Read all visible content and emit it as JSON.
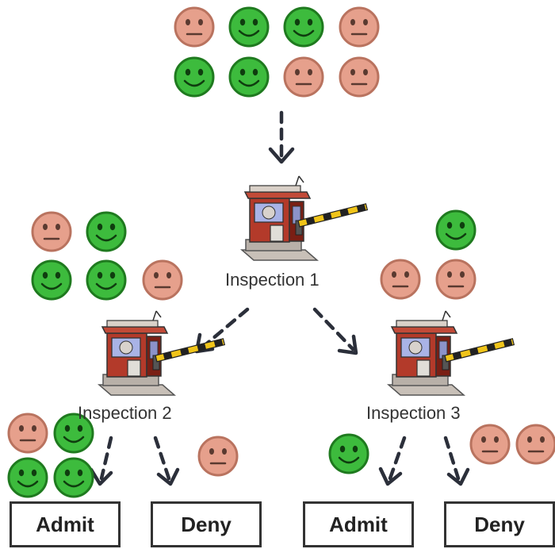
{
  "colors": {
    "happy_fill": "#3dbb3d",
    "happy_stroke": "#1f7a1f",
    "sad_fill": "#e6a08c",
    "sad_stroke": "#b9735f",
    "arrow": "#2b2f3a",
    "box_border": "#333333"
  },
  "inspections": [
    {
      "label": "Inspection 1"
    },
    {
      "label": "Inspection 2"
    },
    {
      "label": "Inspection 3"
    }
  ],
  "outcomes": [
    {
      "label": "Admit"
    },
    {
      "label": "Deny"
    },
    {
      "label": "Admit"
    },
    {
      "label": "Deny"
    }
  ],
  "groups": {
    "population": [
      "sad",
      "happy",
      "happy",
      "sad",
      "happy",
      "happy",
      "sad",
      "sad"
    ],
    "inspection2_input": [
      "sad",
      "happy",
      "happy",
      "happy",
      "sad"
    ],
    "inspection3_input": [
      "happy",
      "sad",
      "sad"
    ],
    "inspection2_admit": [
      "sad",
      "happy",
      "happy",
      "happy"
    ],
    "inspection2_deny": [
      "sad"
    ],
    "inspection3_admit": [
      "happy"
    ],
    "inspection3_deny": [
      "sad",
      "sad"
    ]
  },
  "icons": {
    "checkpoint": "toll-booth-icon",
    "happy_face": "happy-face-icon",
    "sad_face": "neutral-face-icon"
  }
}
